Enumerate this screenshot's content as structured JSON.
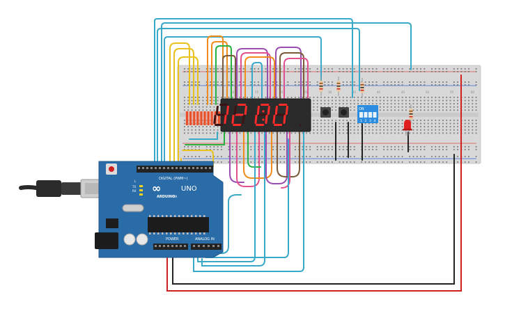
{
  "display": {
    "digits": [
      "1",
      "2",
      "0",
      "0"
    ],
    "colon_visible": true,
    "on_color": "#ff2a2a",
    "off_color": "#3a1414"
  },
  "arduino": {
    "logo_text": "ARDUINO",
    "model_label": "UNO",
    "digital_label": "DIGITAL (PWM~)",
    "power_label": "POWER",
    "analog_label": "ANALOG IN",
    "tx_label": "TX",
    "rx_label": "RX",
    "l_label": "L",
    "on_label": "ON",
    "board_color": "#2a6ca8"
  },
  "dip_switch": {
    "on_label": "ON",
    "numbers": [
      "1",
      "2",
      "3",
      "4"
    ],
    "color": "#2c8de0"
  },
  "breadboard": {
    "color": "#d8d8d8",
    "column_labels": [
      "5",
      "10",
      "15",
      "20",
      "25",
      "30",
      "35",
      "40",
      "45",
      "50",
      "55",
      "60"
    ]
  },
  "wires": {
    "colors": [
      "#3aa8c8",
      "#e8c21a",
      "#9a4fb0",
      "#e0508f",
      "#f08c1a",
      "#7a5a3a",
      "#2ab040",
      "#d02020",
      "#222222"
    ]
  },
  "led": {
    "color": "#e02020"
  },
  "cable": {
    "color": "#2a2a2a"
  }
}
